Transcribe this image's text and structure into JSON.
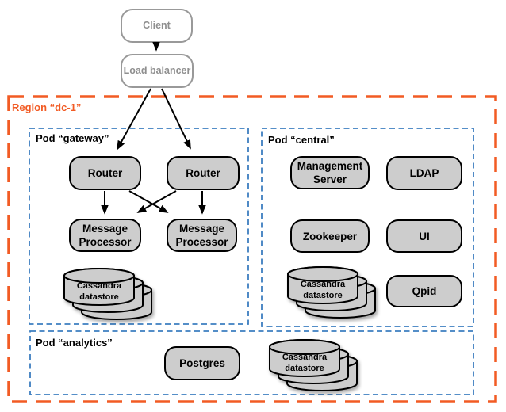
{
  "colors": {
    "region_border": "#F25B24",
    "pod_border": "#3C7EC0",
    "node_fill": "#CDCDCD",
    "node_border": "#000000",
    "external_node_border": "#999999",
    "external_node_text": "#8F8F8F",
    "arrow": "#000000"
  },
  "external": {
    "client_label": "Client",
    "load_balancer_label": "Load balancer"
  },
  "region_label": "Region “dc-1”",
  "pods": {
    "gateway": {
      "label": "Pod “gateway”",
      "router1_label": "Router",
      "router2_label": "Router",
      "mp1_line1": "Message",
      "mp1_line2": "Processor",
      "mp2_line1": "Message",
      "mp2_line2": "Processor",
      "cassandra_line1": "Cassandra",
      "cassandra_line2": "datastore"
    },
    "central": {
      "label": "Pod “central”",
      "management_line1": "Management",
      "management_line2": "Server",
      "ldap_label": "LDAP",
      "zookeeper_label": "Zookeeper",
      "ui_label": "UI",
      "qpid_label": "Qpid",
      "cassandra_line1": "Cassandra",
      "cassandra_line2": "datastore"
    },
    "analytics": {
      "label": "Pod “analytics”",
      "postgres_label": "Postgres",
      "cassandra_line1": "Cassandra",
      "cassandra_line2": "datastore"
    }
  },
  "edges": [
    {
      "from": "client",
      "to": "load-balancer"
    },
    {
      "from": "load-balancer",
      "to": "router-1"
    },
    {
      "from": "load-balancer",
      "to": "router-2"
    },
    {
      "from": "router-1",
      "to": "message-processor-1"
    },
    {
      "from": "router-1",
      "to": "message-processor-2"
    },
    {
      "from": "router-2",
      "to": "message-processor-1"
    },
    {
      "from": "router-2",
      "to": "message-processor-2"
    }
  ]
}
